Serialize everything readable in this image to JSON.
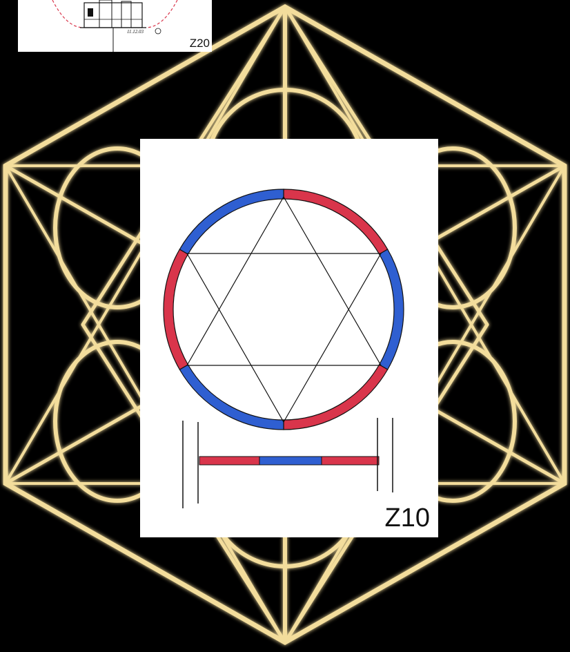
{
  "labels": {
    "top_thumbnail": "Z20",
    "main_card": "Z10"
  },
  "colors": {
    "background": "#000000",
    "sparkle": "#f3dd9c",
    "sparkle_core": "#fff6d8",
    "ring_red": "#d9354b",
    "ring_blue": "#2f5fd1",
    "ink": "#111111"
  },
  "icons": {
    "background": "metatron-cube-sparkler-drawing",
    "top_thumbnail": "building-sketch",
    "main_drawing": "hexagram-in-segmented-ring"
  }
}
